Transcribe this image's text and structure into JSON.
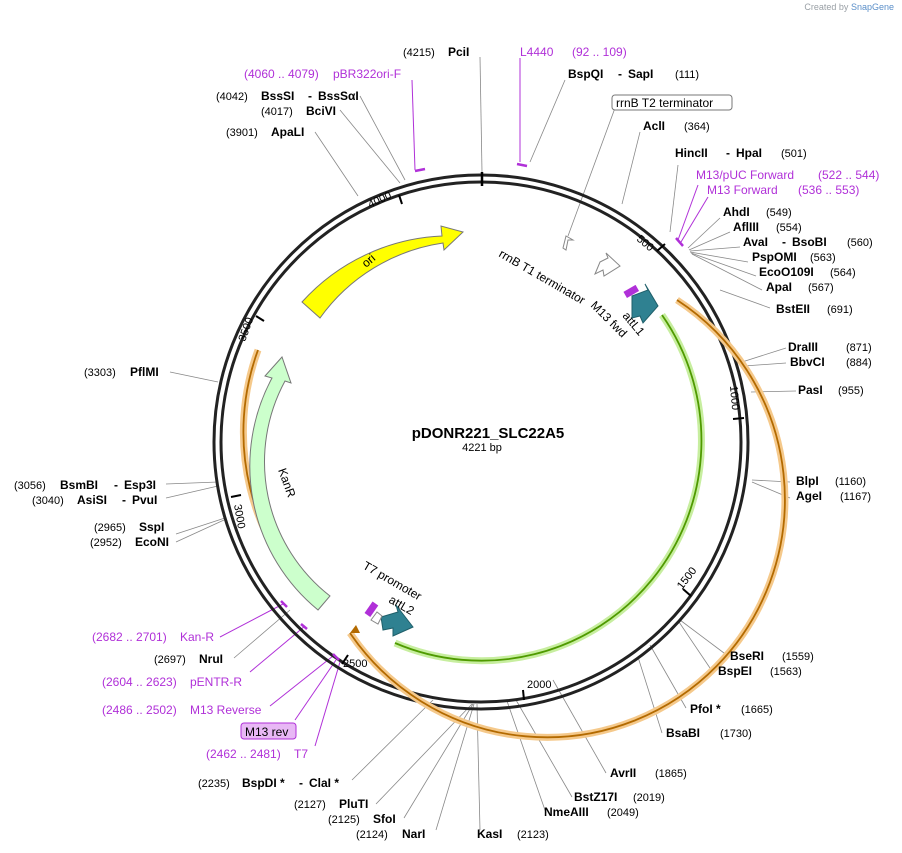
{
  "credit": {
    "created_by": "Created by",
    "brand": "SnapGene"
  },
  "plasmid": {
    "name": "pDONR221_SLC22A5",
    "length_label": "4221 bp"
  },
  "ticks": [
    "500",
    "1000",
    "1500",
    "2000",
    "2500",
    "3000",
    "3500",
    "4000"
  ],
  "sites": [
    {
      "name": "PciI",
      "pos": "(4215)"
    },
    {
      "name": "BspQI",
      "name2": "SapI",
      "pos": "(111)"
    },
    {
      "name": "AclI",
      "pos": "(364)"
    },
    {
      "name": "HincII",
      "name2": "HpaI",
      "pos": "(501)"
    },
    {
      "name": "AhdI",
      "pos": "(549)"
    },
    {
      "name": "AflIII",
      "pos": "(554)"
    },
    {
      "name": "AvaI",
      "name2": "BsoBI",
      "pos": "(560)"
    },
    {
      "name": "PspOMI",
      "pos": "(563)"
    },
    {
      "name": "EcoO109I",
      "pos": "(564)"
    },
    {
      "name": "ApaI",
      "pos": "(567)"
    },
    {
      "name": "BstEII",
      "pos": "(691)"
    },
    {
      "name": "DraIII",
      "pos": "(871)"
    },
    {
      "name": "BbvCI",
      "pos": "(884)"
    },
    {
      "name": "PasI",
      "pos": "(955)"
    },
    {
      "name": "BlpI",
      "pos": "(1160)"
    },
    {
      "name": "AgeI",
      "pos": "(1167)"
    },
    {
      "name": "BseRI",
      "pos": "(1559)"
    },
    {
      "name": "BspEI",
      "pos": "(1563)"
    },
    {
      "name": "PfoI *",
      "pos": "(1665)"
    },
    {
      "name": "BsaBI",
      "pos": "(1730)"
    },
    {
      "name": "AvrII",
      "pos": "(1865)"
    },
    {
      "name": "BstZ17I",
      "pos": "(2019)"
    },
    {
      "name": "NmeAIII",
      "pos": "(2049)"
    },
    {
      "name": "KasI",
      "pos": "(2123)"
    },
    {
      "name": "NarI",
      "pos": "(2124)"
    },
    {
      "name": "SfoI",
      "pos": "(2125)"
    },
    {
      "name": "PluTI",
      "pos": "(2127)"
    },
    {
      "name": "BspDI *",
      "name2": "ClaI *",
      "pos": "(2235)"
    },
    {
      "name": "NruI",
      "pos": "(2697)"
    },
    {
      "name": "SspI",
      "pos": "(2965)"
    },
    {
      "name": "EcoNI",
      "pos": "(2952)"
    },
    {
      "name": "BsmBI",
      "name2": "Esp3I",
      "pos": "(3056)"
    },
    {
      "name": "AsiSI",
      "name2": "PvuI",
      "pos": "(3040)"
    },
    {
      "name": "PflMI",
      "pos": "(3303)"
    },
    {
      "name": "ApaLI",
      "pos": "(3901)"
    },
    {
      "name": "BciVI",
      "pos": "(4017)"
    },
    {
      "name": "BssSI",
      "name2": "BssSαI",
      "pos": "(4042)"
    }
  ],
  "primers": [
    {
      "name": "L4440",
      "range": "(92 .. 109)"
    },
    {
      "name": "pBR322ori-F",
      "range": "(4060 .. 4079)"
    },
    {
      "name": "M13/pUC Forward",
      "range": "(522 .. 544)"
    },
    {
      "name": "M13 Forward",
      "range": "(536 .. 553)"
    },
    {
      "name": "Kan-R",
      "range": "(2682 .. 2701)"
    },
    {
      "name": "pENTR-R",
      "range": "(2604 .. 2623)"
    },
    {
      "name": "M13 Reverse",
      "range": "(2486 .. 2502)"
    },
    {
      "name": "T7",
      "range": "(2462 .. 2481)"
    }
  ],
  "boxed_labels": {
    "rrnb_t2": "rrnB T2 terminator",
    "m13_rev": "M13 rev"
  },
  "features": {
    "ori": "ori",
    "kanr": "KanR",
    "rrnb_t1": "rrnB T1 terminator",
    "m13_fwd": "M13 fwd",
    "attl1": "attL1",
    "t7_promoter": "T7 promoter",
    "attl2": "attL2"
  },
  "colors": {
    "ori": "#ffff00",
    "kanr": "#ccffcc",
    "attl": "#2f8191",
    "primer": "#b030d8",
    "insert_green": "#5aa800",
    "insert_orange": "#e08a00"
  }
}
